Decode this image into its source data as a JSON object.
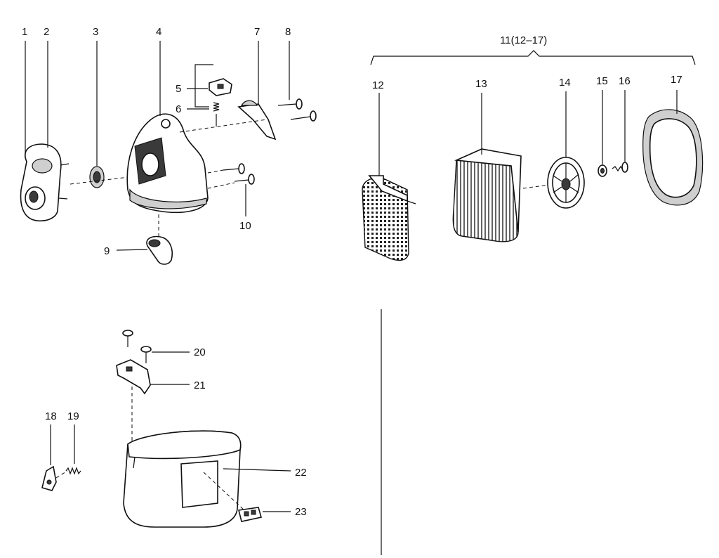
{
  "labels": {
    "p1": "1",
    "p2": "2",
    "p3": "3",
    "p4": "4",
    "p5": "5",
    "p6": "6",
    "p7": "7",
    "p8": "8",
    "p9": "9",
    "p10": "10",
    "group11": "11(12–17)",
    "p12": "12",
    "p13": "13",
    "p14": "14",
    "p15": "15",
    "p16": "16",
    "p17": "17",
    "p18": "18",
    "p19": "19",
    "p20": "20",
    "p21": "21",
    "p22": "22",
    "p23": "23"
  }
}
